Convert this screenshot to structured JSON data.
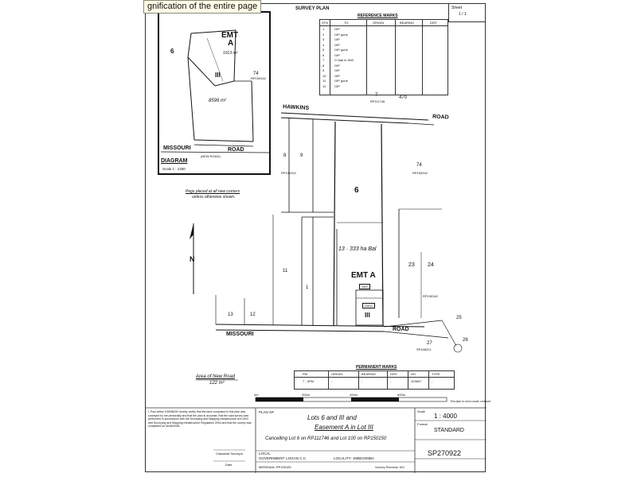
{
  "tooltip": "gnification of the entire page",
  "header": {
    "survey_plan": "SURVEY PLAN",
    "sheet_label": "Sheet",
    "sheet_value": "1 / 1"
  },
  "reference_marks": {
    "title": "REFERENCE MARKS",
    "headers": [
      "STN",
      "TO",
      "ORIGIN",
      "BEARING",
      "DIST"
    ],
    "stn": [
      "1",
      "2",
      "3",
      "4",
      "5",
      "6",
      "7",
      "8",
      "9",
      "10",
      "11",
      "12"
    ],
    "to": [
      "OIP",
      "OIP gone",
      "OIP",
      "OIP",
      "OIP gone",
      "OIP",
      "O Nail in WW",
      "OIP",
      "OIP",
      "OIP",
      "OIP gone",
      "OIP"
    ]
  },
  "permanent_marks": {
    "title": "PERMANENT MARKS",
    "headers": [
      "PM",
      "ORIGIN",
      "BEARING",
      "DIST",
      "NO",
      "TYPE"
    ],
    "row": [
      "7 - 0PM",
      "-",
      "-",
      "-",
      "103697",
      "-"
    ]
  },
  "inset": {
    "lot_left": "6",
    "emt": "EMT",
    "emt_letter": "A",
    "emt_area": "1913 m²",
    "lot_iii": "III",
    "area": "8599 m²",
    "lot_74": "74",
    "rp_ref": "RP150342",
    "road_name": "MISSOURI",
    "road_word": "ROAD",
    "new_road": "(NEW ROAD)",
    "diagram": "DIAGRAM",
    "scale": "Scale 1 : 1250"
  },
  "map": {
    "hawkins": "HAWKINS",
    "road": "ROAD",
    "missouri": "MISSOURI",
    "road2": "ROAD",
    "lot_6": "6",
    "lot_8": "8",
    "lot_9": "9",
    "lot_74": "74",
    "rp_74": "RP150342",
    "lot_470": "470",
    "lot_7": "7",
    "lot_11": "11",
    "lot_13": "13",
    "lot_12": "12",
    "lot_1": "1",
    "lot_23": "23",
    "lot_24": "24",
    "lot_25": "25",
    "lot_26": "26",
    "lot_27": "27",
    "lot_iii": "III",
    "emt": "EMT",
    "emt_letter": "A",
    "see": "SEE",
    "diag": "DIAG",
    "area": "13 · 333 ha Bal",
    "pegs_note_1": "Pegs placed at all new corners",
    "pegs_note_2": "unless otherwise shown.",
    "north": "N",
    "new_road_area_label": "Area of New Road",
    "new_road_area": "122 m²",
    "rp_150310": "RP150310",
    "rp_111746": "RP111746",
    "dl_rp": "RP150342",
    "sp_ref": "SP168221"
  },
  "scale_bar": {
    "ticks": [
      "0m",
      "200m",
      "400m",
      "600m"
    ],
    "note": "This plan is not to scale, reduced"
  },
  "title_block": {
    "certify": "I, Paul Arthur KAMINSKI hereby certify that the land comprised in this plan was surveyed by me personally and that the plan is accurate, that the said survey was performed in accordance with the Surveying and Mapping Infrastructure Act 2003 and Surveying and Mapping Infrastructure Regulation 2004 and that the survey was completed on 06/06/2006.",
    "surveyor": "Cadastral Surveyor",
    "date_label": "Date",
    "plan_of": "PLAN OF",
    "lots_line": "Lots 6 and III and",
    "easement_line": "Easement A in Lot III",
    "cancelling": "Cancelling Lot 6 on RP111746 and Lot 100 on RP150150",
    "local_label": "LOCAL",
    "government": "GOVERNMENT: LOGAN C.C.",
    "locality": "LOCALITY: JIMBOOMBA",
    "meridian": "MERIDIAN: RP150150",
    "survey_records": "Survey Records: NO",
    "scale": "1 : 4000",
    "scale_label": "Scale",
    "format_label": "Format",
    "format": "STANDARD",
    "plan_number": "SP270922"
  }
}
